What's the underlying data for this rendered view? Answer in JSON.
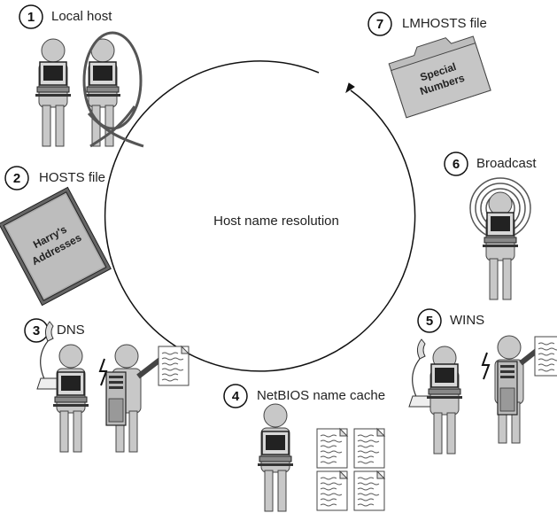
{
  "center_label": "Host name resolution",
  "steps": [
    {
      "number": "1",
      "label": "Local host"
    },
    {
      "number": "2",
      "label": "HOSTS file"
    },
    {
      "number": "3",
      "label": "DNS"
    },
    {
      "number": "4",
      "label": "NetBIOS name cache"
    },
    {
      "number": "5",
      "label": "WINS"
    },
    {
      "number": "6",
      "label": "Broadcast"
    },
    {
      "number": "7",
      "label": "LMHOSTS file"
    }
  ],
  "hosts_book": {
    "line1": "Harry's",
    "line2": "Addresses"
  },
  "lmhosts_folder": {
    "line1": "Special",
    "line2": "Numbers"
  }
}
